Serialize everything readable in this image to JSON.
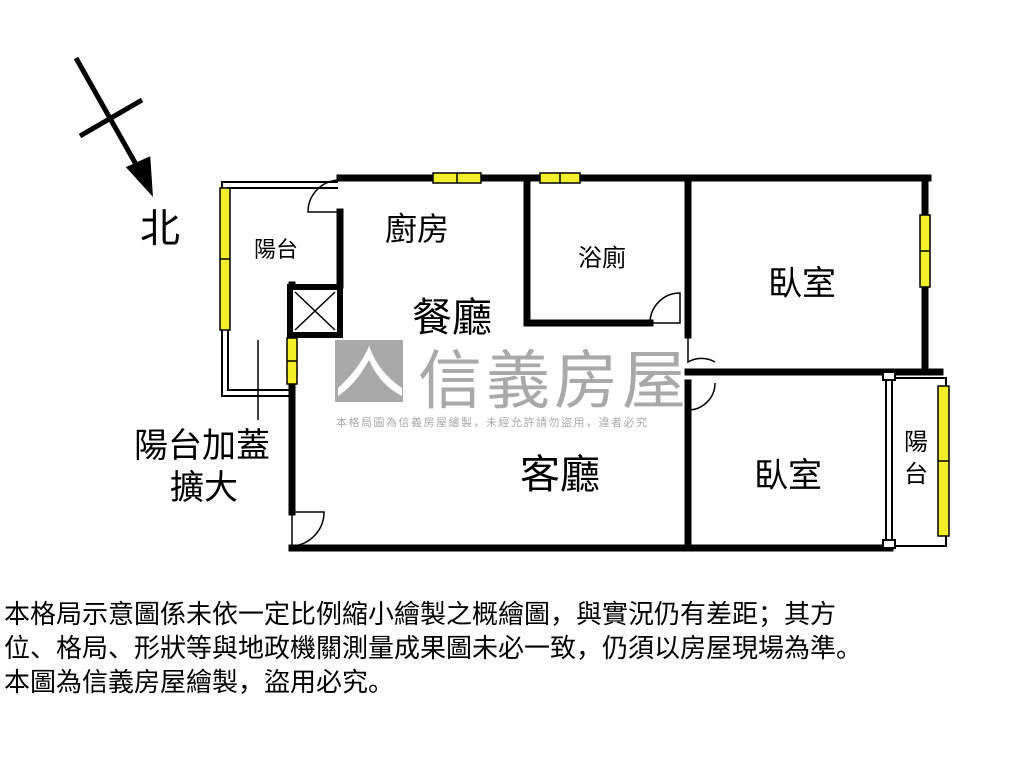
{
  "compass": {
    "north_label": "北"
  },
  "rooms": {
    "balcony_left": "陽台",
    "kitchen": "廚房",
    "dining": "餐廳",
    "bathroom": "浴廁",
    "bedroom_1": "臥室",
    "living": "客廳",
    "bedroom_2": "臥室",
    "balcony_right": "陽台"
  },
  "annotation": {
    "line1": "陽台加蓋",
    "line2": "擴大"
  },
  "watermark": {
    "brand": "信義房屋",
    "subtitle": "本格局圖為信義房屋繪製，未經允許請勿盜用，違者必究"
  },
  "disclaimer": [
    "本格局示意圖係未依一定比例縮小繪製之概繪圖，與實況仍有差距；其方",
    "位、格局、形狀等與地政機關測量成果圖未必一致，仍須以房屋現場為準。",
    "本圖為信義房屋繪製，盜用必究。"
  ],
  "colors": {
    "wall": "#000000",
    "window": "#f2ee2a",
    "watermark": "#a9a9a9"
  }
}
